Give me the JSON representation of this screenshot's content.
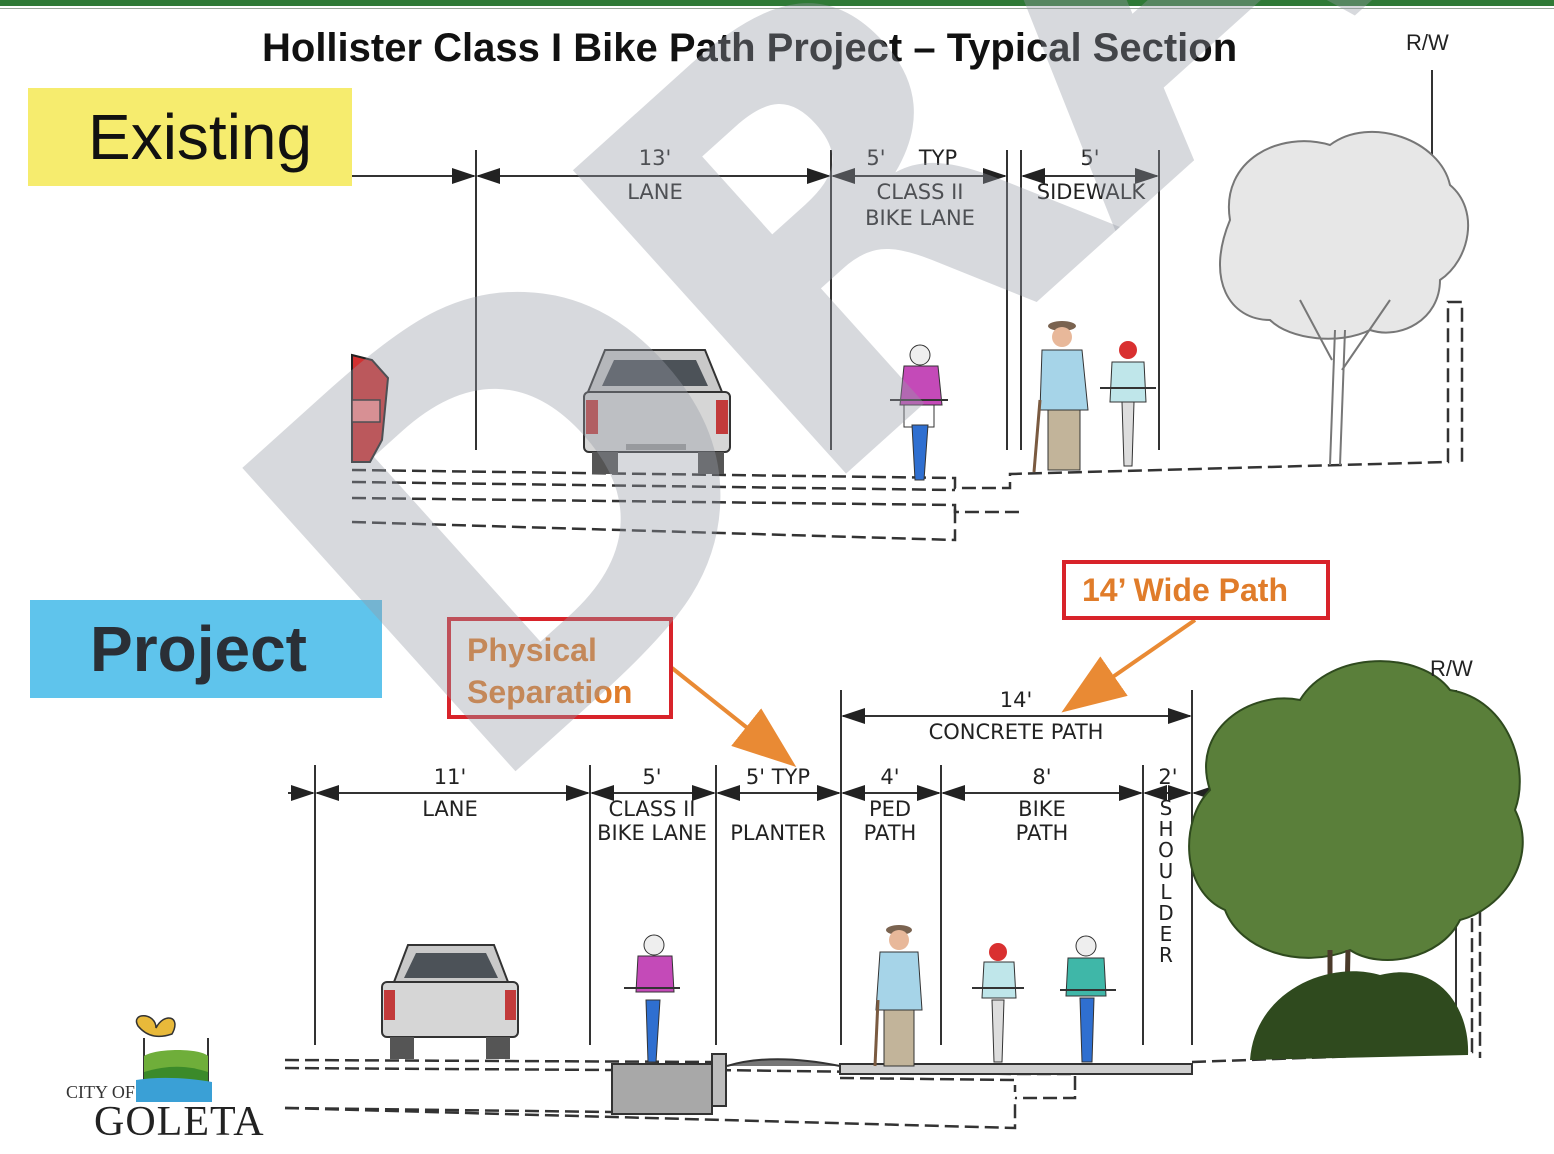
{
  "title": "Hollister Class I Bike Path Project – Typical Section",
  "rw_label": "R/W",
  "existing": {
    "tag": "Existing",
    "dims": {
      "lane_w": "13'",
      "lane_label": "LANE",
      "bike_w": "5'",
      "bike_typ": "TYP",
      "bike_label_1": "CLASS II",
      "bike_label_2": "BIKE LANE",
      "sidewalk_w": "5'",
      "sidewalk_label": "SIDEWALK"
    }
  },
  "project": {
    "tag": "Project",
    "callout_separation_1": "Physical",
    "callout_separation_2": "Separation",
    "callout_path": "14’ Wide Path",
    "dims": {
      "path_total_w": "14'",
      "path_total_label": "CONCRETE PATH",
      "lane_w": "11'",
      "lane_label": "LANE",
      "bike_w": "5'",
      "bike_label_1": "CLASS II",
      "bike_label_2": "BIKE LANE",
      "planter_w": "5' TYP",
      "planter_label": "PLANTER",
      "ped_w": "4'",
      "ped_label_1": "PED",
      "ped_label_2": "PATH",
      "bikepath_w": "8'",
      "bikepath_label_1": "BIKE",
      "bikepath_label_2": "PATH",
      "shoulder_w": "2'",
      "shoulder_label": "SHOULDER"
    }
  },
  "watermark": "DRAFT",
  "logo": {
    "small": "CITY OF",
    "big": "GOLETA"
  },
  "colors": {
    "existing_tag": "#f6ec6e",
    "project_tag": "#5fc4ec",
    "callout_border": "#d8232a",
    "callout_text": "#e07c2a",
    "arrow": "#e98a34",
    "top_bar": "#2f7a36"
  }
}
